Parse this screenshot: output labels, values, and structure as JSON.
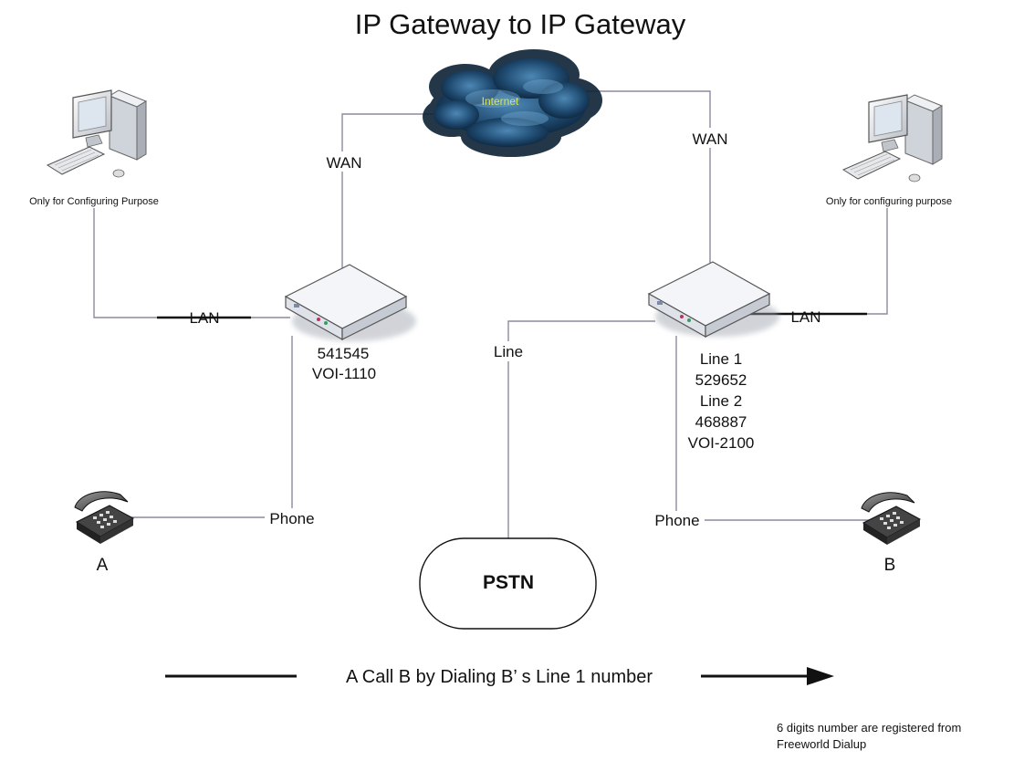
{
  "diagram": {
    "title": "IP Gateway to IP Gateway",
    "cloud_label": "Internet",
    "left": {
      "pc_caption": "Only for Configuring Purpose",
      "wan_label": "WAN",
      "lan_label": "LAN",
      "gateway_number": "541545",
      "gateway_model": "VOI-1110",
      "phone_label": "Phone",
      "phone_name": "A"
    },
    "right": {
      "pc_caption": "Only for configuring purpose",
      "wan_label": "WAN",
      "lan_label": "LAN",
      "line1_label": "Line 1",
      "line1_number": "529652",
      "line2_label": "Line 2",
      "line2_number": "468887",
      "gateway_model": "VOI-2100",
      "line_label": "Line",
      "phone_label": "Phone",
      "phone_name": "B"
    },
    "pstn_label": "PSTN",
    "call_caption": "A Call B by Dialing B’ s Line 1 number",
    "footnote_line1": "6 digits number are registered from",
    "footnote_line2": "Freeworld Dialup"
  },
  "colors": {
    "connector": "#8a8aa0",
    "cloud_dark": "#0e2740",
    "cloud_mid": "#3a6f9a",
    "cloud_text": "#d8e45a",
    "device_top": "#f4f5f8",
    "device_side": "#c5cad3"
  }
}
